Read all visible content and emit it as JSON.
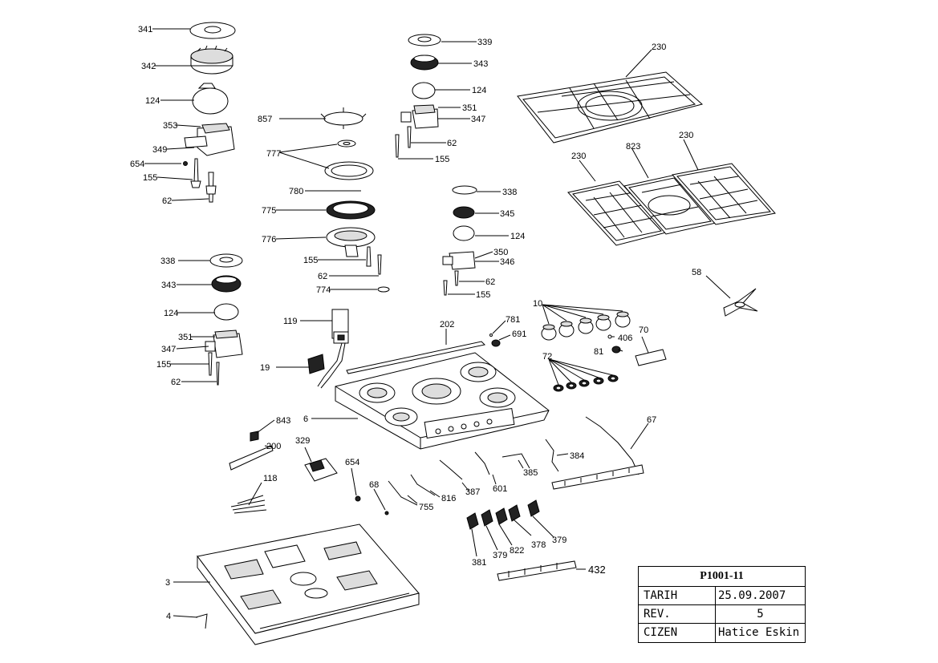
{
  "title_block": {
    "drawing_no": "P1001-11",
    "rows": [
      {
        "key": "TARIH",
        "value": "25.09.2007"
      },
      {
        "key": "REV.",
        "value": "5"
      },
      {
        "key": "CIZEN",
        "value": "Hatice Eskin"
      }
    ]
  },
  "callouts": [
    "341",
    "342",
    "124",
    "353",
    "349",
    "654",
    "155",
    "62",
    "857",
    "777",
    "780",
    "775",
    "776",
    "155",
    "62",
    "774",
    "339",
    "343",
    "124",
    "351",
    "347",
    "62",
    "155",
    "338",
    "345",
    "124",
    "350",
    "346",
    "62",
    "155",
    "230",
    "230",
    "823",
    "230",
    "58",
    "338",
    "343",
    "124",
    "351",
    "347",
    "155",
    "62",
    "119",
    "19",
    "202",
    "781",
    "691",
    "10",
    "406",
    "81",
    "70",
    "72",
    "6",
    "843",
    "200",
    "329",
    "118",
    "654",
    "68",
    "755",
    "816",
    "387",
    "601",
    "385",
    "384",
    "67",
    "381",
    "379",
    "822",
    "378",
    "379",
    "432",
    "3",
    "4"
  ]
}
